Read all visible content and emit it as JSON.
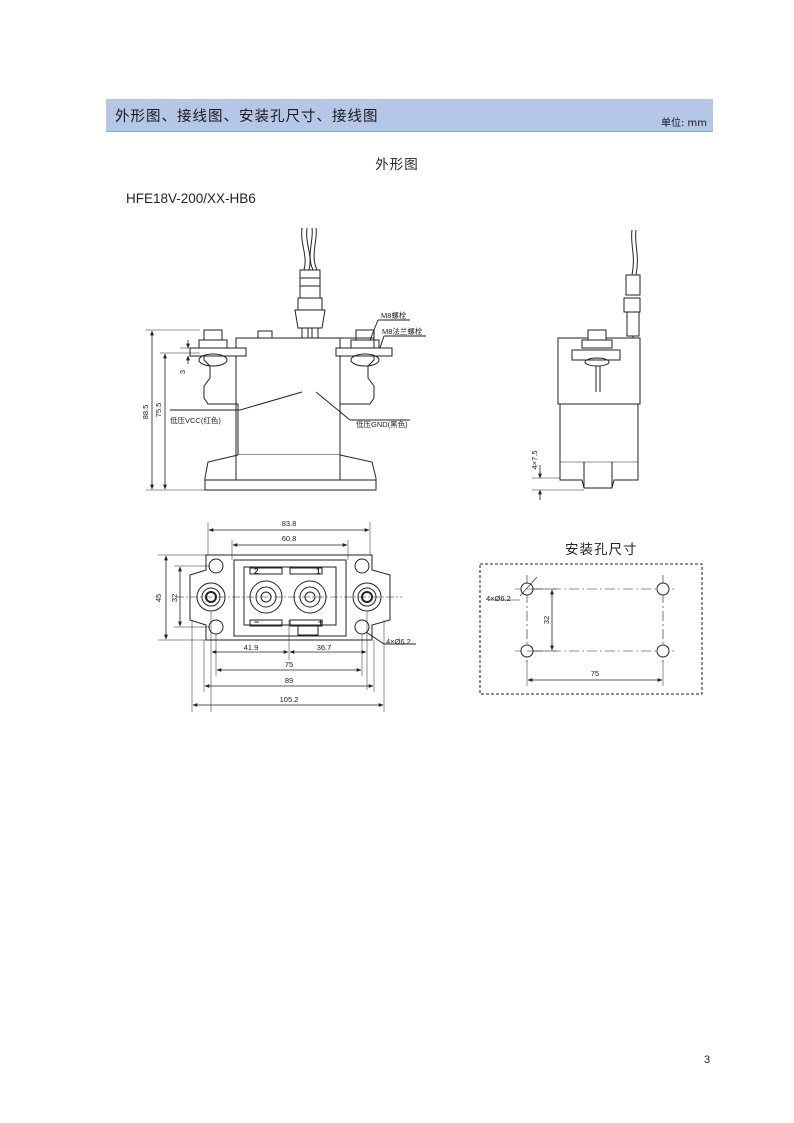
{
  "header": {
    "title": "外形图、接线图、安装孔尺寸、接线图",
    "unit": "单位: mm"
  },
  "outline": {
    "section_title": "外形图",
    "model": "HFE18V-200/XX-HB6",
    "front_view": {
      "label_m8_bolt": "M8螺栓",
      "label_m8_flange_bolt": "M8法兰螺栓",
      "label_vcc": "低压VCC(红色)",
      "label_gnd": "低压GND(黑色)",
      "dim_overall_height": "88.5",
      "dim_body_height": "75.5",
      "dim_terminal": "3"
    },
    "side_view": {
      "dim_foot": "4×7.5"
    },
    "top_view": {
      "dim_83_8": "83.8",
      "dim_60_8": "60.8",
      "dim_45": "45",
      "dim_32": "32",
      "dim_41_9": "41.9",
      "dim_36_7": "36.7",
      "dim_75": "75",
      "dim_89": "89",
      "dim_105_2": "105.2",
      "dim_holes": "4×Ø6.2",
      "terminal_2": "2",
      "terminal_1": "1",
      "minus": "−",
      "plus": "+"
    }
  },
  "mounting": {
    "title": "安装孔尺寸",
    "dim_holes": "4×Ø6.2",
    "dim_vertical": "32",
    "dim_horizontal": "75"
  },
  "page_number": "3"
}
